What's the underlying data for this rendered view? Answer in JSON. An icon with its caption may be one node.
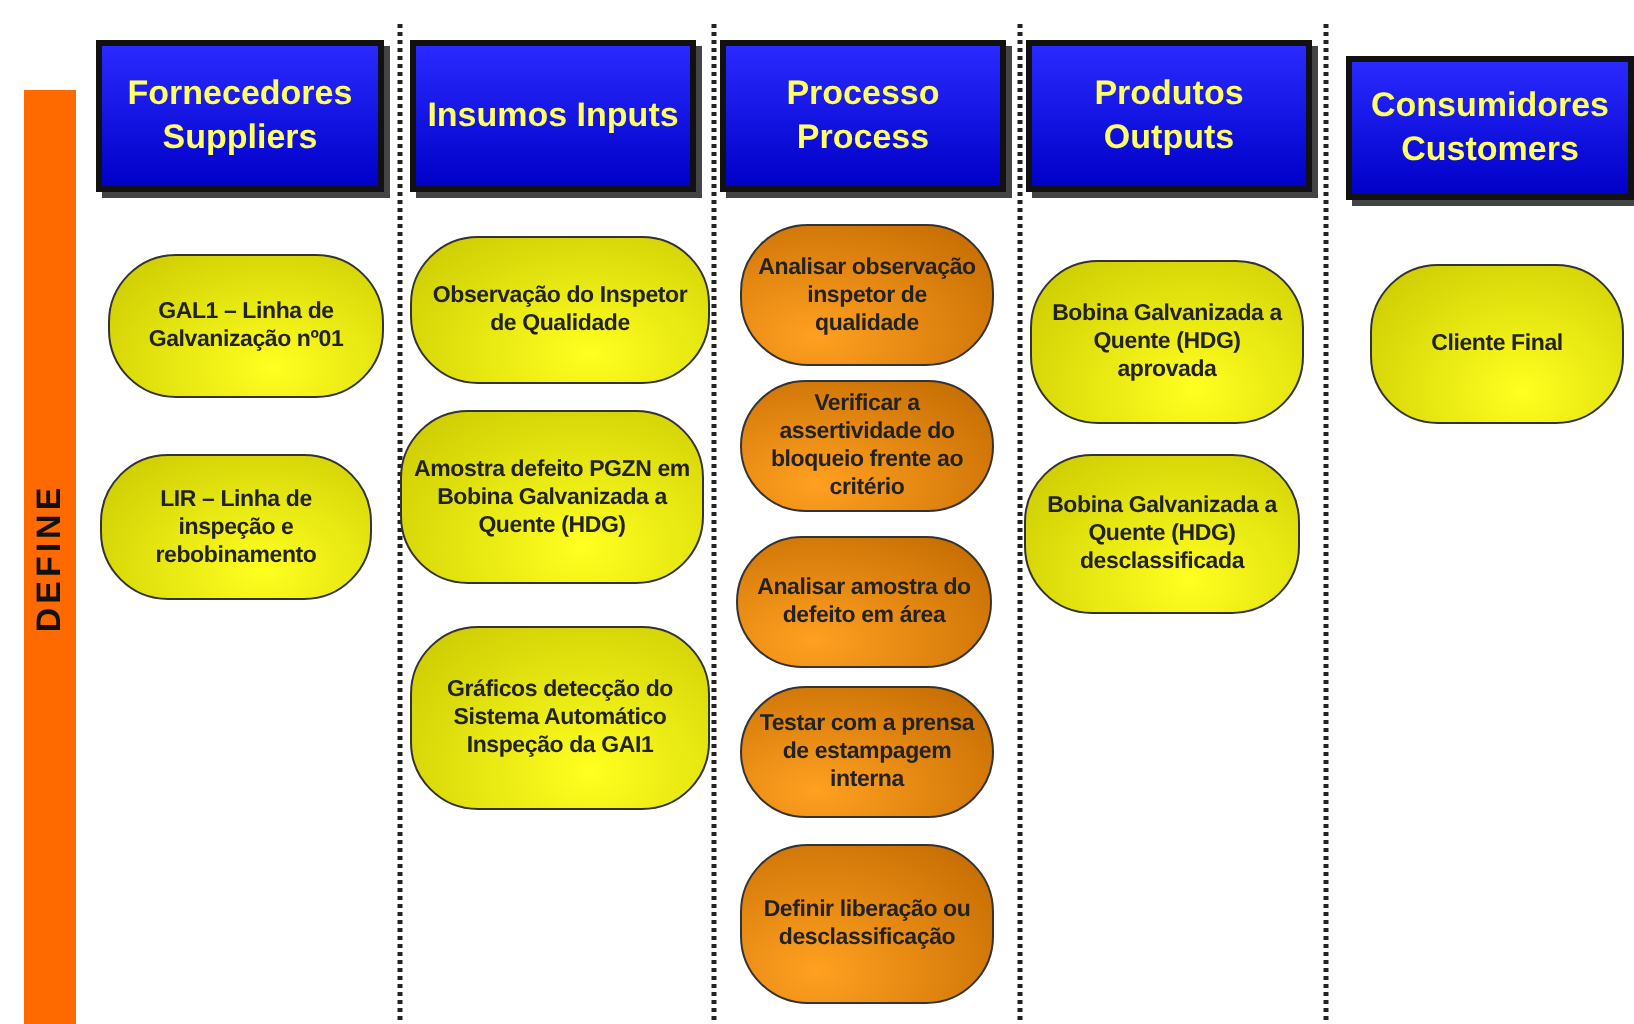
{
  "diagram": {
    "nodes": [
      {
        "text": [
          "DEFINE"
        ]
      },
      {
        "text": [
          "Fornecedores Suppliers"
        ]
      },
      {
        "text": [
          "Insumos Inputs"
        ]
      },
      {
        "text": [
          "Processo Process"
        ]
      },
      {
        "text": [
          "Produtos Outputs"
        ]
      },
      {
        "text": [
          "Consumidores Customers"
        ]
      },
      {
        "text": [
          "GAL1 – Linha de Galvanização nº01"
        ]
      },
      {
        "text": [
          "LIR – Linha de inspeção e rebobinamento"
        ]
      },
      {
        "text": [
          "Observação do Inspetor de Qualidade"
        ]
      },
      {
        "text": [
          "Amostra defeito PGZN em Bobina Galvanizada a Quente (HDG)"
        ]
      },
      {
        "text": [
          "Gráficos detecção do Sistema Automático Inspeção da GAI1"
        ]
      },
      {
        "text": [
          "Analisar observação inspetor de qualidade"
        ]
      },
      {
        "text": [
          "Verificar a assertividade do bloqueio frente ao critério"
        ]
      },
      {
        "text": [
          "Analisar amostra do defeito em área"
        ]
      },
      {
        "text": [
          "Testar com a prensa de estampagem interna"
        ]
      },
      {
        "text": [
          "Definir liberação ou desclassificação"
        ]
      },
      {
        "text": [
          "Bobina Galvanizada a Quente (HDG) aprovada"
        ]
      },
      {
        "text": [
          "Bobina Galvanizada a Quente (HDG) desclassificada"
        ]
      },
      {
        "text": [
          "Cliente Final"
        ]
      }
    ]
  }
}
